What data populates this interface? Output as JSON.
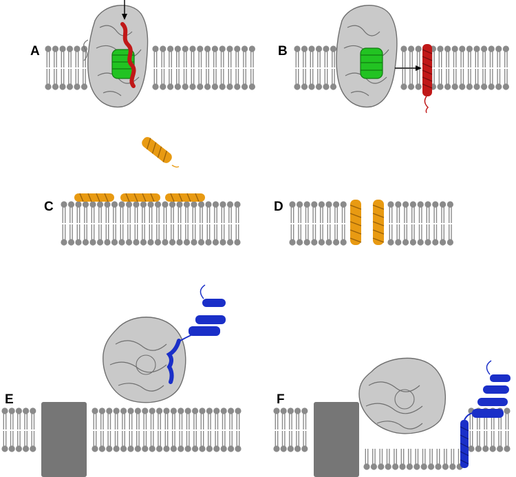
{
  "figure": {
    "panels": [
      {
        "id": "A",
        "label": "A"
      },
      {
        "id": "B",
        "label": "B"
      },
      {
        "id": "C",
        "label": "C"
      },
      {
        "id": "D",
        "label": "D"
      },
      {
        "id": "E",
        "label": "E"
      },
      {
        "id": "F",
        "label": "F"
      }
    ]
  },
  "colors": {
    "membrane": "#8a8a8a",
    "protein_gray": "#bdbdbd",
    "protein_outline": "#6e6e6e",
    "helix_red": "#c01818",
    "helix_green": "#22c322",
    "helix_orange": "#e89a12",
    "helix_blue": "#1a2fc8",
    "block": "#767676",
    "arrow": "#000000"
  },
  "icons": [
    "lipid-bilayer",
    "translocon-protein",
    "signal-helix",
    "amphipathic-helix",
    "membrane-anchor-domain",
    "insertion-arrow"
  ]
}
